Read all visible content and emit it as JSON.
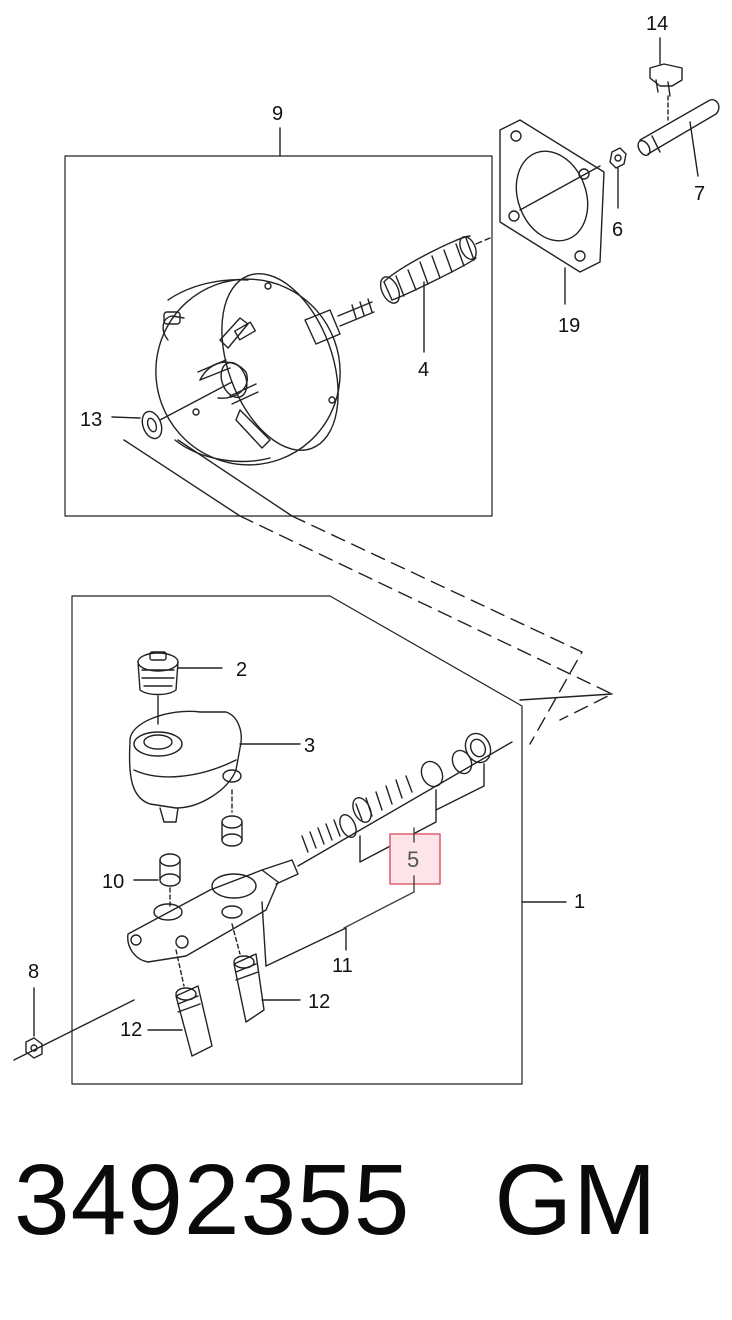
{
  "callouts": {
    "c1": "1",
    "c2": "2",
    "c3": "3",
    "c4": "4",
    "c5": "5",
    "c6": "6",
    "c7": "7",
    "c8": "8",
    "c9": "9",
    "c10": "10",
    "c11": "11",
    "c12a": "12",
    "c12b": "12",
    "c13": "13",
    "c14": "14",
    "c19": "19"
  },
  "highlight": {
    "callout": "5",
    "color": "#e06070",
    "fill": "#fde4e8"
  },
  "footer": {
    "part_number": "3492355",
    "brand": "GM"
  }
}
